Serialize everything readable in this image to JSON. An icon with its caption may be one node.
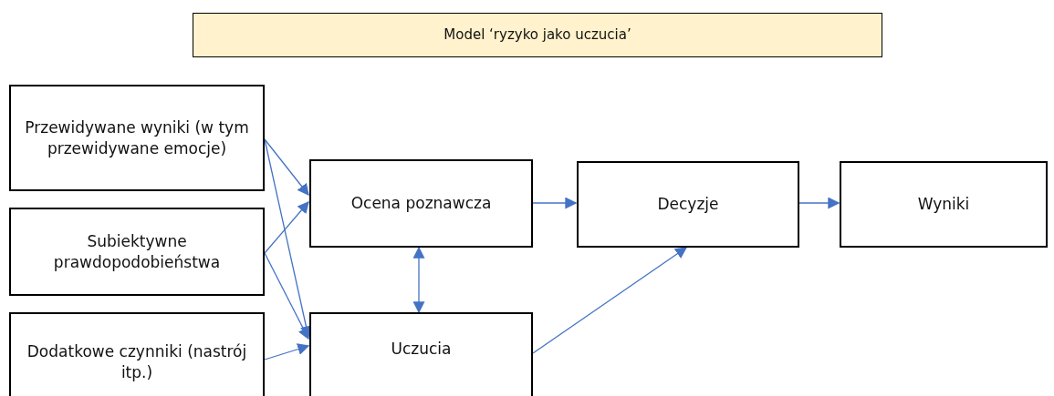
{
  "diagram": {
    "nodes": [
      {
        "text": [
          "Model ‘ryzyko jako uczucia’"
        ]
      },
      {
        "text": [
          "Przewidywane wyniki (w tym przewidywane emocje)"
        ]
      },
      {
        "text": [
          "Subiektywne prawdopodobieństwa"
        ]
      },
      {
        "text": [
          "Dodatkowe czynniki (nastrój itp.)"
        ]
      },
      {
        "text": [
          "Ocena poznawcza"
        ]
      },
      {
        "text": [
          "Decyzje"
        ]
      },
      {
        "text": [
          "Wyniki"
        ]
      },
      {
        "text": [
          "Uczucia"
        ]
      }
    ],
    "edges": [
      {
        "from": 1,
        "to": 4,
        "arrow": "to"
      },
      {
        "from": 1,
        "to": 7,
        "arrow": "to"
      },
      {
        "from": 2,
        "to": 4,
        "arrow": "to"
      },
      {
        "from": 2,
        "to": 7,
        "arrow": "to"
      },
      {
        "from": 3,
        "to": 7,
        "arrow": "to"
      },
      {
        "from": 4,
        "to": 5,
        "arrow": "to"
      },
      {
        "from": 5,
        "to": 6,
        "arrow": "to"
      },
      {
        "from": 4,
        "to": 7,
        "arrow": "both"
      },
      {
        "from": 7,
        "to": 5,
        "arrow": "to"
      }
    ]
  }
}
